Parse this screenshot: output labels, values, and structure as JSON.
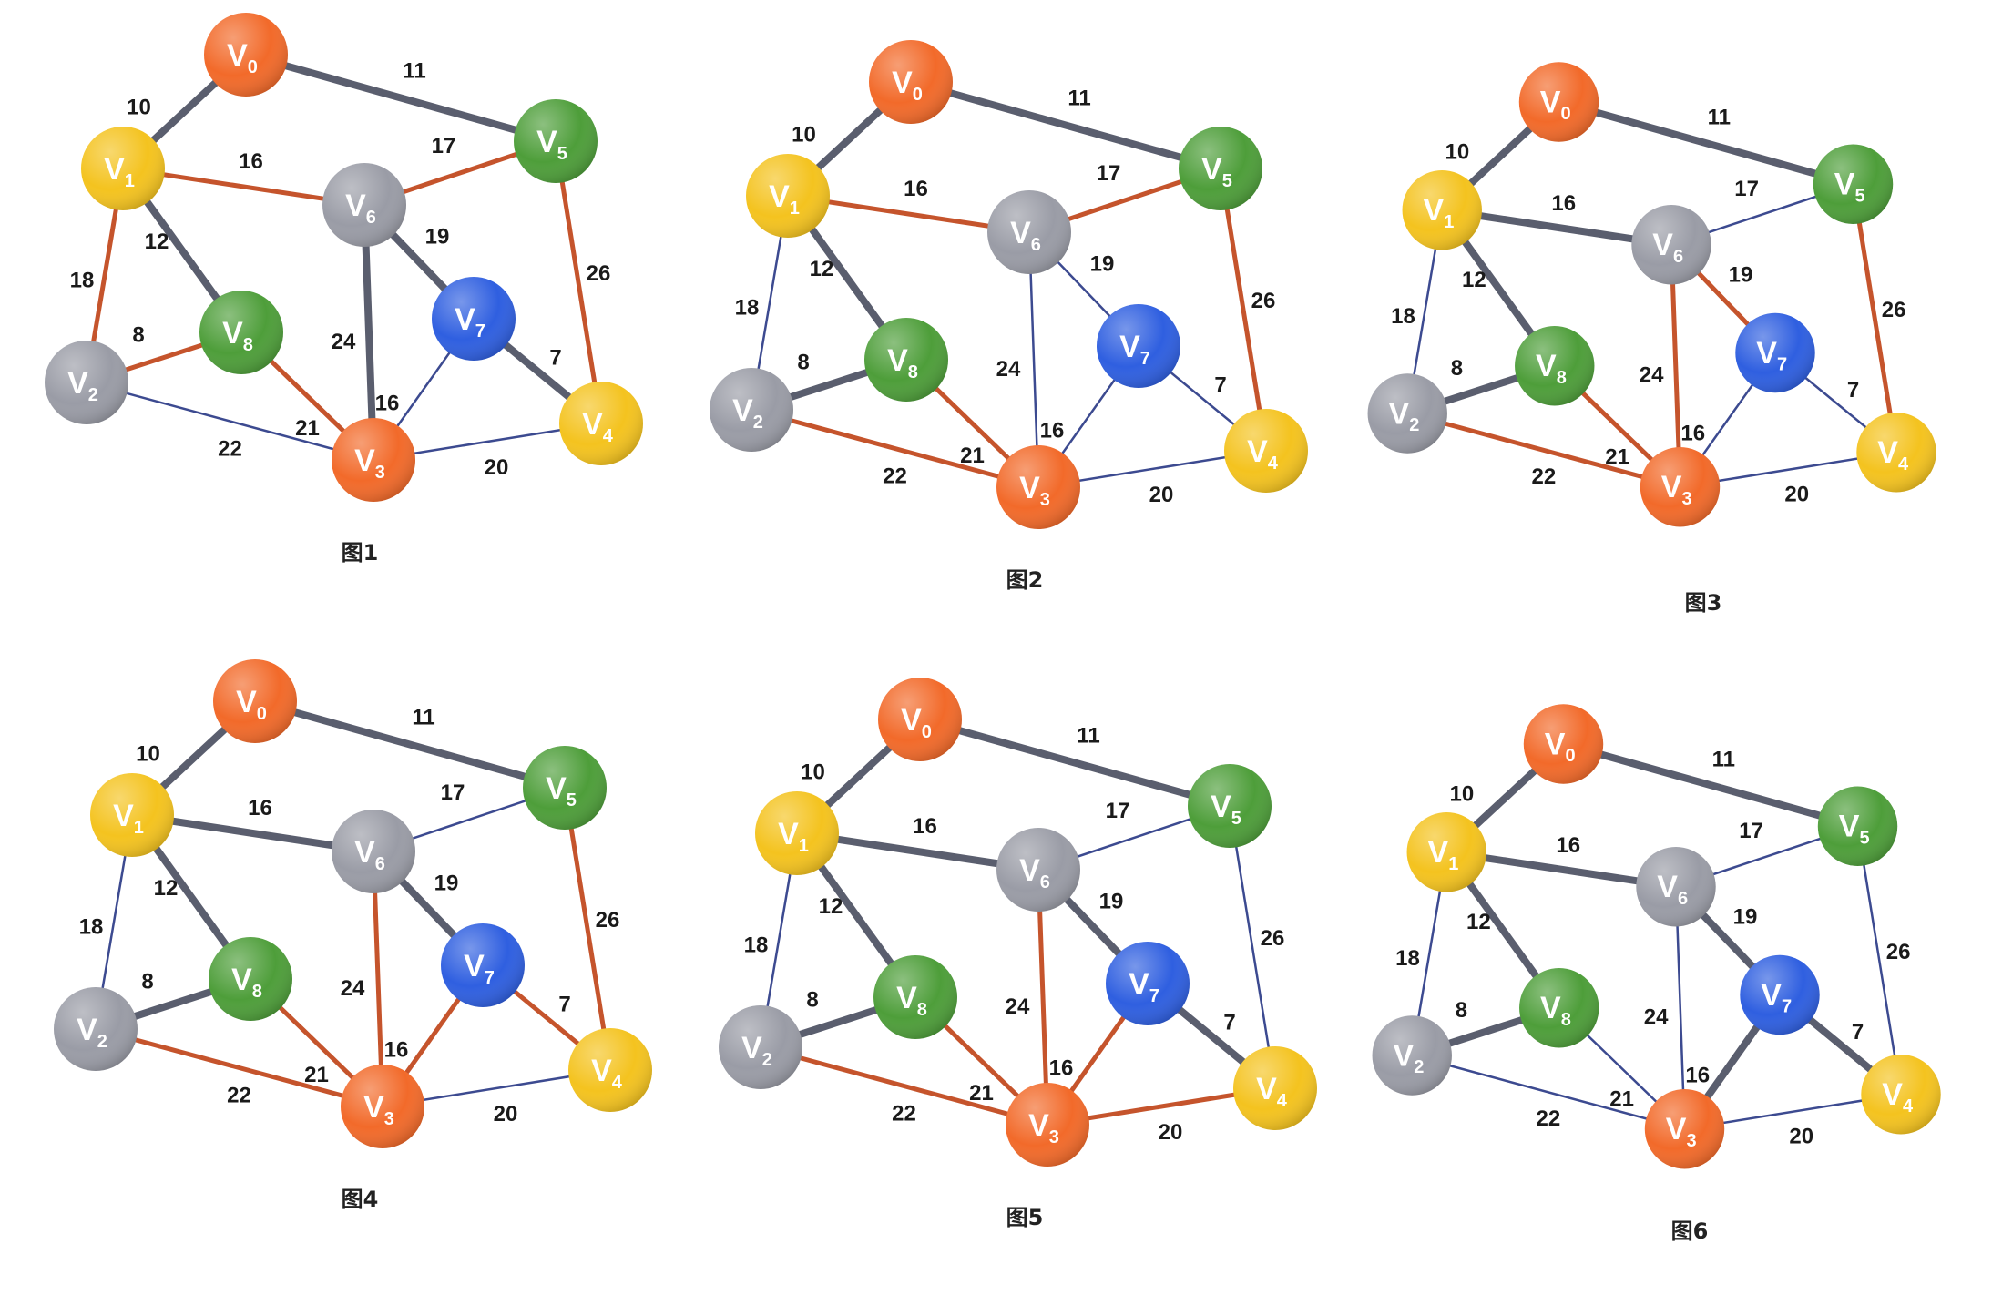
{
  "colors": {
    "orange": "#f26a2a",
    "yellow": "#f4c31f",
    "green": "#4e9e3a",
    "gray": "#9a9ca6",
    "blue": "#2f5fe0",
    "edge_thick": "#5a5e6e",
    "edge_thin": "#3c4a90",
    "edge_red": "#c5542c"
  },
  "nodes": [
    {
      "id": "V0",
      "letter": "V",
      "sub": "0",
      "color": "orange"
    },
    {
      "id": "V1",
      "letter": "V",
      "sub": "1",
      "color": "yellow"
    },
    {
      "id": "V2",
      "letter": "V",
      "sub": "2",
      "color": "gray"
    },
    {
      "id": "V3",
      "letter": "V",
      "sub": "3",
      "color": "orange"
    },
    {
      "id": "V4",
      "letter": "V",
      "sub": "4",
      "color": "yellow"
    },
    {
      "id": "V5",
      "letter": "V",
      "sub": "5",
      "color": "green"
    },
    {
      "id": "V6",
      "letter": "V",
      "sub": "6",
      "color": "gray"
    },
    {
      "id": "V7",
      "letter": "V",
      "sub": "7",
      "color": "blue"
    },
    {
      "id": "V8",
      "letter": "V",
      "sub": "8",
      "color": "green"
    }
  ],
  "edges": [
    {
      "from": "V0",
      "to": "V1",
      "weight": "10"
    },
    {
      "from": "V0",
      "to": "V5",
      "weight": "11"
    },
    {
      "from": "V1",
      "to": "V6",
      "weight": "16"
    },
    {
      "from": "V6",
      "to": "V5",
      "weight": "17"
    },
    {
      "from": "V1",
      "to": "V2",
      "weight": "18"
    },
    {
      "from": "V1",
      "to": "V8",
      "weight": "12"
    },
    {
      "from": "V6",
      "to": "V7",
      "weight": "19"
    },
    {
      "from": "V6",
      "to": "V3",
      "weight": "24"
    },
    {
      "from": "V5",
      "to": "V4",
      "weight": "26"
    },
    {
      "from": "V2",
      "to": "V8",
      "weight": "8"
    },
    {
      "from": "V8",
      "to": "V3",
      "weight": "21"
    },
    {
      "from": "V7",
      "to": "V3",
      "weight": "16"
    },
    {
      "from": "V7",
      "to": "V4",
      "weight": "7"
    },
    {
      "from": "V2",
      "to": "V3",
      "weight": "22"
    },
    {
      "from": "V3",
      "to": "V4",
      "weight": "20"
    }
  ],
  "panels": [
    {
      "caption": "图1",
      "edge_styles": [
        "thick",
        "thick",
        "red",
        "red",
        "red",
        "thick",
        "thick",
        "thick",
        "red",
        "red",
        "red",
        "thin",
        "thick",
        "thin",
        "thin"
      ]
    },
    {
      "caption": "图2",
      "edge_styles": [
        "thick",
        "thick",
        "red",
        "red",
        "thin",
        "thick",
        "thin",
        "thin",
        "red",
        "thick",
        "red",
        "thin",
        "thin",
        "red",
        "thin"
      ]
    },
    {
      "caption": "图3",
      "edge_styles": [
        "thick",
        "thick",
        "thick",
        "thin",
        "thin",
        "thick",
        "red",
        "red",
        "red",
        "thick",
        "red",
        "thin",
        "thin",
        "red",
        "thin"
      ]
    },
    {
      "caption": "图4",
      "edge_styles": [
        "thick",
        "thick",
        "thick",
        "thin",
        "thin",
        "thick",
        "thick",
        "red",
        "red",
        "thick",
        "red",
        "red",
        "red",
        "red",
        "thin"
      ]
    },
    {
      "caption": "图5",
      "edge_styles": [
        "thick",
        "thick",
        "thick",
        "thin",
        "thin",
        "thick",
        "thick",
        "red",
        "thin",
        "thick",
        "red",
        "red",
        "thick",
        "red",
        "red"
      ]
    },
    {
      "caption": "图6",
      "edge_styles": [
        "thick",
        "thick",
        "thick",
        "thin",
        "thin",
        "thick",
        "thick",
        "thin",
        "thin",
        "thick",
        "thin",
        "thick",
        "thick",
        "thin",
        "thin"
      ]
    }
  ]
}
